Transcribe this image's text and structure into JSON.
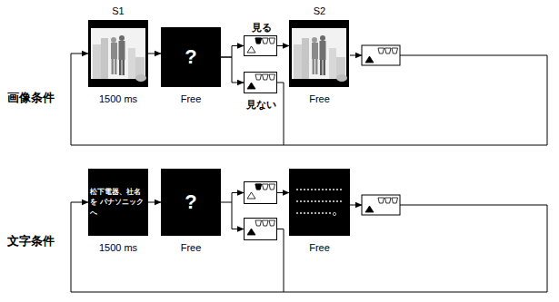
{
  "diagram": {
    "nodes": [
      {
        "text": [
          "S1",
          "1500 ms"
        ]
      },
      {
        "text": [
          "?",
          "Free"
        ]
      },
      {
        "text": [
          "見る"
        ]
      },
      {
        "text": [
          "見ない"
        ]
      },
      {
        "text": [
          "S2",
          "Free"
        ]
      },
      {
        "text": [
          "松下電器、社名を パナソニックへ",
          "1500 ms"
        ]
      },
      {
        "text": [
          "?",
          "Free"
        ]
      },
      {
        "text": [
          "Free"
        ]
      }
    ],
    "edges": [
      {
        "from": 0,
        "to": 1,
        "arrow": "to"
      },
      {
        "from": 1,
        "to": 2,
        "arrow": "to"
      },
      {
        "from": 1,
        "to": 3,
        "arrow": "to"
      },
      {
        "from": 2,
        "to": 4,
        "arrow": "to"
      },
      {
        "from": 3,
        "to": 0,
        "arrow": "to"
      },
      {
        "from": 5,
        "to": 6,
        "arrow": "to"
      }
    ],
    "labels": [
      "画像条件",
      "文字条件"
    ]
  }
}
